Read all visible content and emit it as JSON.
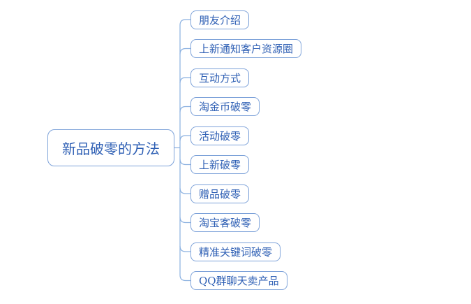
{
  "diagram": {
    "type": "mindmap",
    "root": {
      "label": "新品破零的方法"
    },
    "branches": [
      {
        "label": "朋友介绍"
      },
      {
        "label": "上新通知客户资源圈"
      },
      {
        "label": "互动方式"
      },
      {
        "label": "淘金币破零"
      },
      {
        "label": "活动破零"
      },
      {
        "label": "上新破零"
      },
      {
        "label": "赠品破零"
      },
      {
        "label": "淘宝客破零"
      },
      {
        "label": "精准关键词破零"
      },
      {
        "label": "QQ群聊天卖产品"
      }
    ],
    "colors": {
      "node_border": "#7da2d9",
      "connector_line": "#8ab0e0",
      "text": "#2e5fb4",
      "background": "#ffffff"
    }
  }
}
